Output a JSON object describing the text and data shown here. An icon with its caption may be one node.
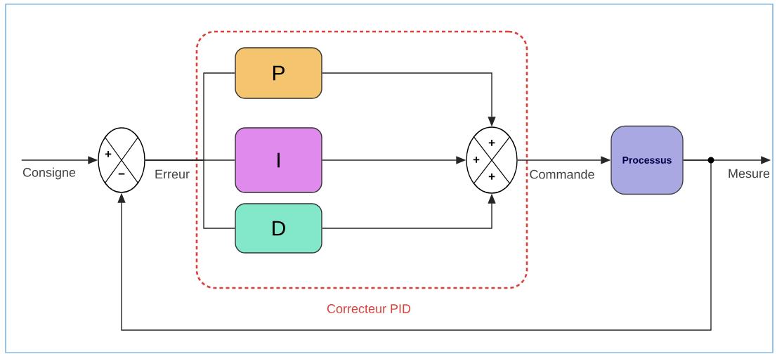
{
  "diagram": {
    "nodes": [
      {
        "text": [
          "Consigne"
        ]
      },
      {
        "text": [
          "+",
          "−"
        ]
      },
      {
        "text": [
          "Correcteur PID"
        ]
      },
      {
        "text": [
          "P"
        ],
        "in": 2
      },
      {
        "text": [
          "I"
        ],
        "in": 2
      },
      {
        "text": [
          "D"
        ],
        "in": 2
      },
      {
        "text": [
          "+",
          "+",
          "+"
        ],
        "in": 2
      },
      {
        "text": [
          "Processus"
        ]
      },
      {
        "text": [
          "Mesure"
        ]
      }
    ],
    "edges": [
      {
        "from": 0,
        "to": 1,
        "arrow": "to"
      },
      {
        "from": 1,
        "to": 3,
        "arrow": "none"
      },
      {
        "from": 1,
        "to": 4,
        "arrow": "none",
        "label": "Erreur"
      },
      {
        "from": 1,
        "to": 5,
        "arrow": "none"
      },
      {
        "from": 3,
        "to": 6,
        "arrow": "to"
      },
      {
        "from": 4,
        "to": 6,
        "arrow": "to"
      },
      {
        "from": 5,
        "to": 6,
        "arrow": "to"
      },
      {
        "from": 6,
        "to": 7,
        "arrow": "to",
        "label": "Commande"
      },
      {
        "from": 7,
        "to": 8,
        "arrow": "to"
      },
      {
        "from": 7,
        "to": 1,
        "arrow": "to"
      }
    ]
  }
}
